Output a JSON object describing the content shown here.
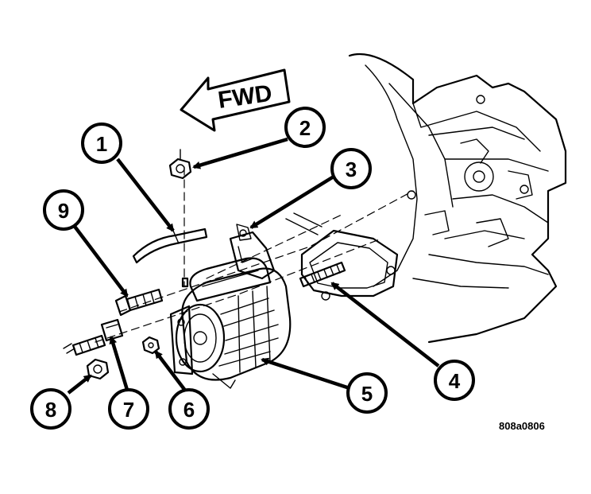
{
  "fwd_label": "FWD",
  "figure_code": "808a0806",
  "callouts": [
    {
      "id": "1",
      "label": "1"
    },
    {
      "id": "2",
      "label": "2"
    },
    {
      "id": "3",
      "label": "3"
    },
    {
      "id": "4",
      "label": "4"
    },
    {
      "id": "5",
      "label": "5"
    },
    {
      "id": "6",
      "label": "6"
    },
    {
      "id": "7",
      "label": "7"
    },
    {
      "id": "8",
      "label": "8"
    },
    {
      "id": "9",
      "label": "9"
    }
  ]
}
